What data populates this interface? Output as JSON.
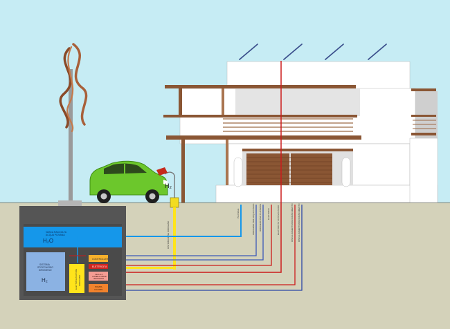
{
  "labels": {
    "h2_pump": "H₂",
    "water_tank_line1": "VASCA RACCOLTA",
    "water_tank_line2": "ACQUA PIOVANA",
    "water_tank_formula": "H₂O",
    "storage_line1": "SISTEMA",
    "storage_line2": "STOCCAGGIO",
    "storage_line3": "IDROGENO",
    "storage_formula": "H₂",
    "electrolyser_line1": "ELETTROLIZZATORE",
    "electrolyser_line2": "IDROGENO",
    "controller": "CONTROLLER",
    "elettricita": "ELETTRICITA",
    "cell_line1": "CELLE A",
    "cell_line2": "COMBUSTIBILE",
    "cell_line3": "IDROGENO",
    "heatpump_line1": "POMPA",
    "heatpump_line2": "CALORE",
    "dist_h2": "DISTRIBUZIONE IDROGENO",
    "pipe_1": "PLUVIALE",
    "pipe_2": "IDROGENO PER ACQUA CALDA",
    "pipe_3": "IDROGENO PER CUCINARE",
    "pipe_4": "ELETTRICO",
    "pipe_5": "ELETTRICITA' FOTOVOLTAICO",
    "pipe_6": "RISCALDAMENTO/RAFFRESCAMENTO",
    "pipe_7": "RISCALDAMENTO/RAFFRESCAMENTO"
  },
  "colors": {
    "sky": "#c6ecf4",
    "ground": "#d4d2ba",
    "tank_blue": "#1597ea",
    "storage_blue": "#8bb2e3",
    "electrolyser_yellow": "#ffe41b",
    "controller_orange": "#f7b12c",
    "elettricita_red": "#d2241e",
    "cell_pink": "#f59c93",
    "heatpump_orange": "#f2832d",
    "car_green": "#6cc72c",
    "wood": "#8a5634",
    "pipe_red": "#cc1b1b",
    "pipe_blue": "#2a45a6"
  }
}
